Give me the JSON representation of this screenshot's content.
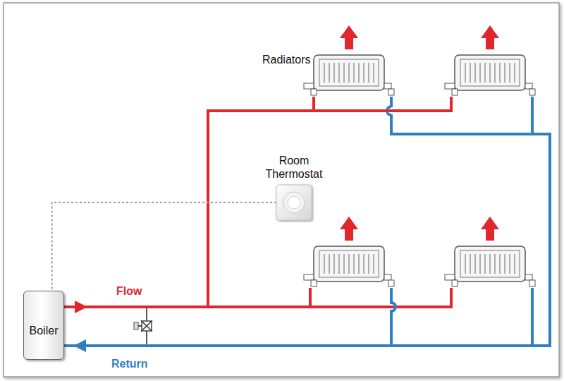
{
  "diagram": {
    "nodes": [
      {
        "text": [
          "Room Thermostat"
        ]
      },
      {
        "text": [
          "Boiler"
        ]
      }
    ],
    "edges": [
      {
        "from": 0,
        "to": 1,
        "arrow": "none"
      }
    ],
    "labels": [
      "Radiators",
      "Flow",
      "Return"
    ]
  }
}
